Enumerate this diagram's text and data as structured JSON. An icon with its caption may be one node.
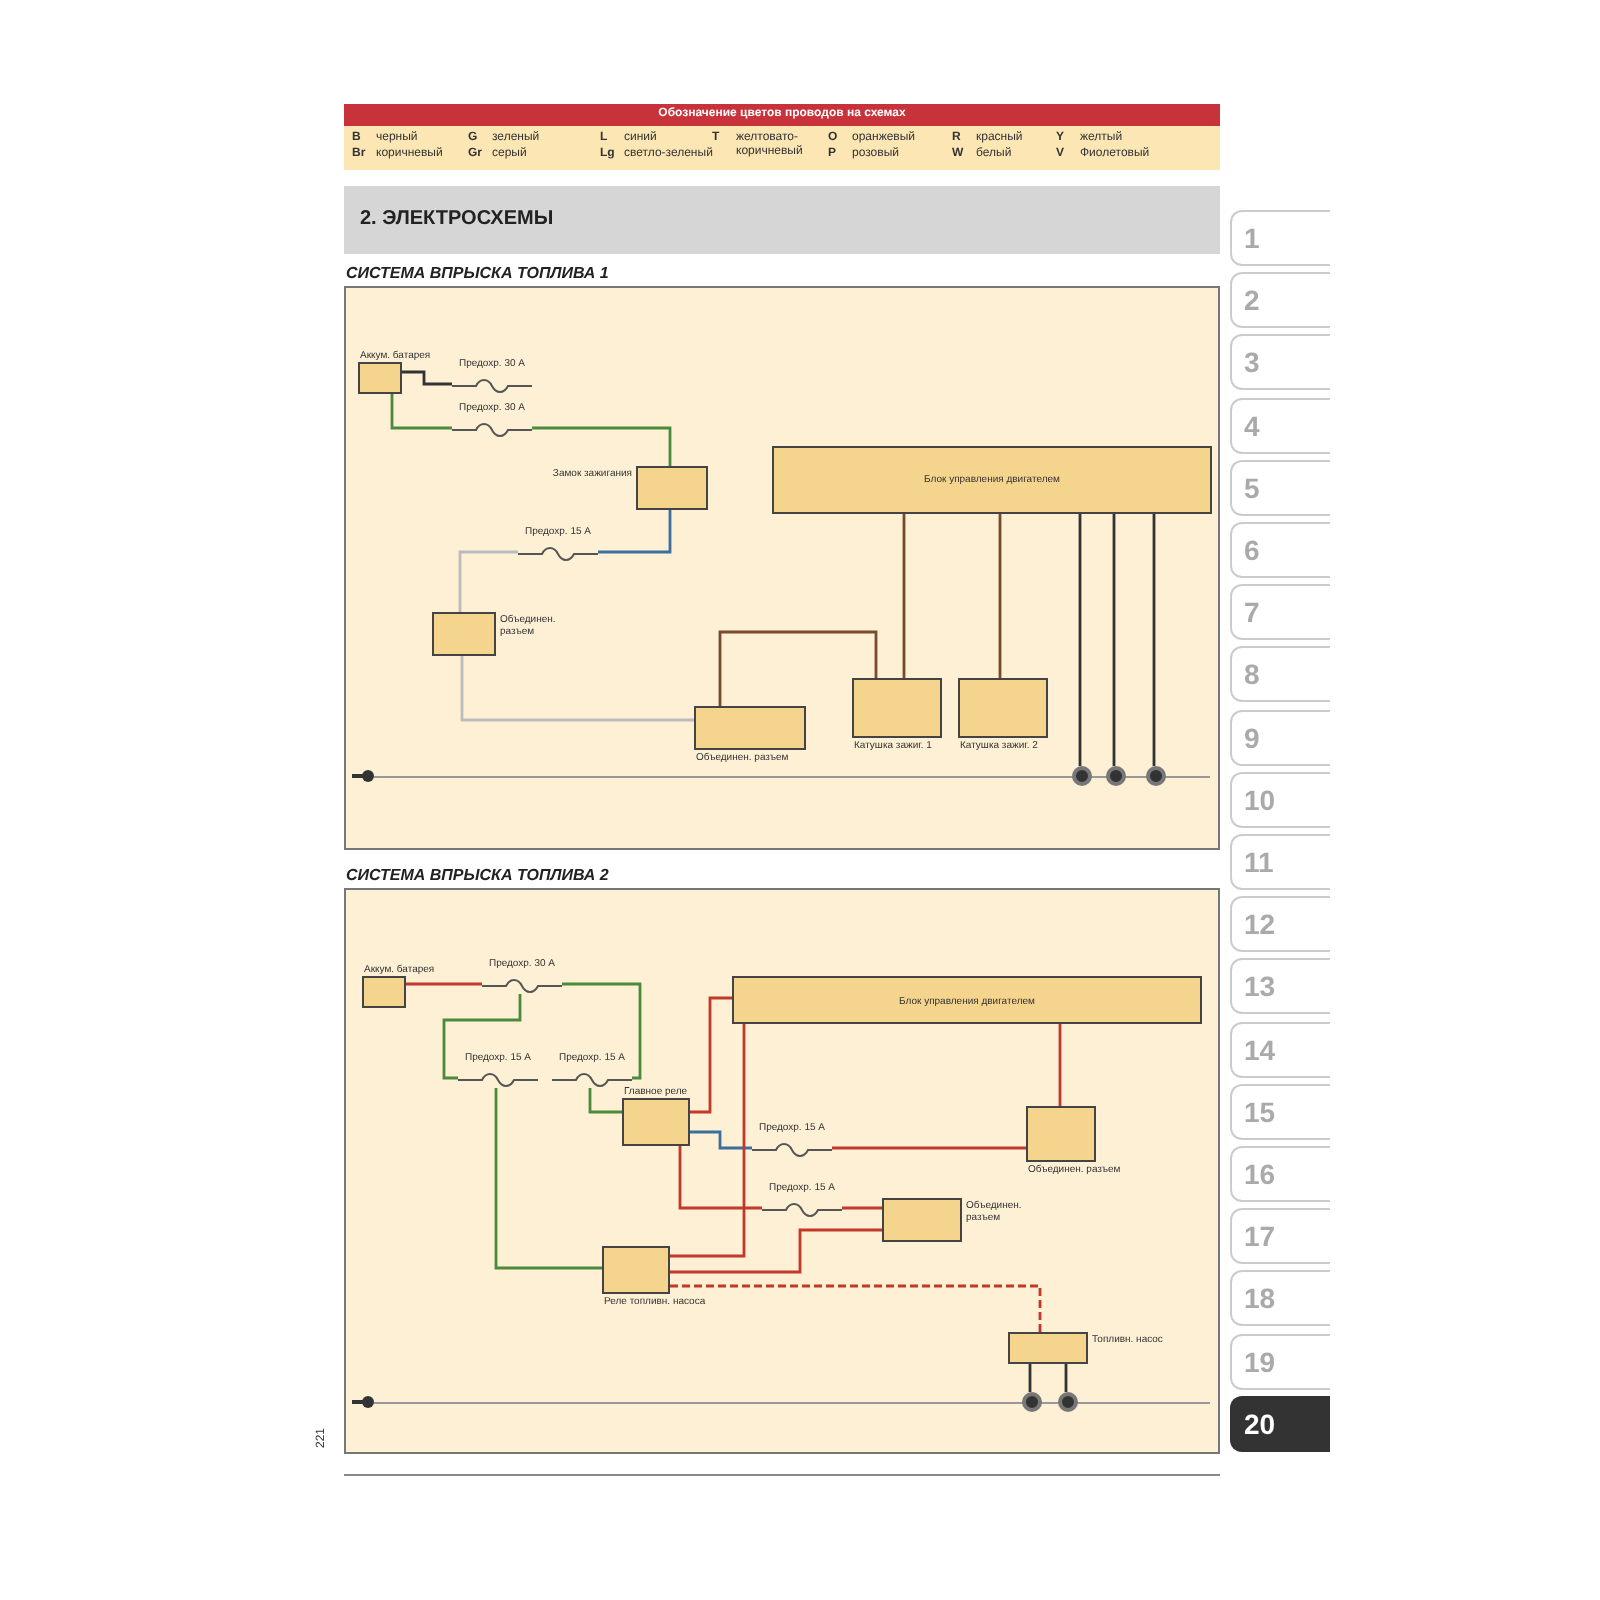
{
  "diagram": {
    "title": "2. ЭЛЕКТРОСХЕМЫ",
    "nodes": [
      {
        "text": [
          "СИСТЕМА ВПРЫСКА ТОПЛИВА 1"
        ]
      },
      {
        "text": [
          "Аккум. батарея"
        ],
        "in": 0
      },
      {
        "text": [
          "Предохр. 30 А"
        ],
        "in": 0
      },
      {
        "text": [
          "Предохр. 30 А"
        ],
        "in": 0
      },
      {
        "text": [
          "Замок зажигания"
        ],
        "in": 0
      },
      {
        "text": [
          "Предохр. 15 А"
        ],
        "in": 0
      },
      {
        "text": [
          "Блок управления двигателем"
        ],
        "in": 0
      },
      {
        "text": [
          "Объединен. разъем"
        ],
        "in": 0
      },
      {
        "text": [
          "Объединен. разъем"
        ],
        "in": 0
      },
      {
        "text": [
          "Катушка зажиг. 1"
        ],
        "in": 0
      },
      {
        "text": [
          "Катушка зажиг. 2"
        ],
        "in": 0
      },
      {
        "text": [],
        "shape": "circle",
        "in": 0
      },
      {
        "text": [],
        "shape": "circle",
        "in": 0
      },
      {
        "text": [],
        "shape": "circle",
        "in": 0
      },
      {
        "text": [
          "СИСТЕМА ВПРЫСКА ТОПЛИВА 2"
        ]
      },
      {
        "text": [
          "Аккум. батарея"
        ],
        "in": 14
      },
      {
        "text": [
          "Предохр. 30 А"
        ],
        "in": 14
      },
      {
        "text": [
          "Предохр. 15 А"
        ],
        "in": 14
      },
      {
        "text": [
          "Предохр. 15 А"
        ],
        "in": 14
      },
      {
        "text": [
          "Главное реле"
        ],
        "in": 14
      },
      {
        "text": [
          "Блок управления двигателем"
        ],
        "in": 14
      },
      {
        "text": [
          "Предохр. 15 А"
        ],
        "in": 14
      },
      {
        "text": [
          "Предохр. 15 А"
        ],
        "in": 14
      },
      {
        "text": [
          "Объединен. разъем"
        ],
        "in": 14
      },
      {
        "text": [
          "Реле топливн. насоса"
        ],
        "in": 14
      },
      {
        "text": [
          "Объединен. разъем"
        ],
        "in": 14
      },
      {
        "text": [
          "Топливн. насос"
        ],
        "in": 14
      },
      {
        "text": [],
        "shape": "circle",
        "in": 14
      },
      {
        "text": [],
        "shape": "circle",
        "in": 14
      }
    ],
    "edges": [
      {
        "from": 1,
        "to": 2,
        "arrow": "none",
        "color": "#333333"
      },
      {
        "from": 1,
        "to": 3,
        "arrow": "none",
        "color": "#4a8a3a"
      },
      {
        "from": 3,
        "to": 4,
        "arrow": "none",
        "color": "#4a8a3a"
      },
      {
        "from": 4,
        "to": 5,
        "arrow": "none",
        "color": "#3a6fa0"
      },
      {
        "from": 5,
        "to": 7,
        "arrow": "none",
        "color": "#bbbbbb"
      },
      {
        "from": 8,
        "to": 9,
        "arrow": "none",
        "color": "#7a4a30"
      },
      {
        "from": 6,
        "to": 9,
        "arrow": "none",
        "color": "#7a4a30"
      },
      {
        "from": 6,
        "to": 10,
        "arrow": "none",
        "color": "#7a4a30"
      },
      {
        "from": 6,
        "to": 11,
        "arrow": "none",
        "color": "#333333"
      },
      {
        "from": 6,
        "to": 12,
        "arrow": "none",
        "color": "#333333"
      },
      {
        "from": 6,
        "to": 13,
        "arrow": "none",
        "color": "#333333"
      },
      {
        "from": 7,
        "to": 8,
        "arrow": "none",
        "color": "#bbbbbb"
      },
      {
        "from": 15,
        "to": 16,
        "arrow": "none"
      },
      {
        "from": 16,
        "to": 17,
        "arrow": "none",
        "color": "#4a8a3a"
      },
      {
        "from": 16,
        "to": 18,
        "arrow": "none",
        "color": "#4a8a3a"
      },
      {
        "from": 18,
        "to": 19,
        "arrow": "none",
        "color": "#4a8a3a"
      },
      {
        "from": 19,
        "to": 20,
        "arrow": "none"
      },
      {
        "from": 19,
        "to": 21,
        "arrow": "none",
        "color": "#3a6fa0"
      },
      {
        "from": 21,
        "to": 23,
        "arrow": "none"
      },
      {
        "from": 19,
        "to": 22,
        "arrow": "none"
      },
      {
        "from": 22,
        "to": 25,
        "arrow": "none"
      },
      {
        "from": 17,
        "to": 24,
        "arrow": "none",
        "color": "#4a8a3a"
      },
      {
        "from": 24,
        "to": 20,
        "arrow": "none"
      },
      {
        "from": 24,
        "to": 25,
        "arrow": "none"
      },
      {
        "from": 24,
        "to": 26,
        "arrow": "none",
        "style": "dashed"
      },
      {
        "from": 23,
        "to": 20,
        "arrow": "none"
      },
      {
        "from": 26,
        "to": 27,
        "arrow": "none",
        "color": "#333333"
      },
      {
        "from": 26,
        "to": 28,
        "arrow": "none",
        "color": "#333333"
      }
    ],
    "labels": [
      "Обозначение цветов проводов на схемах",
      "B",
      "черный",
      "G",
      "зеленый",
      "L",
      "синий",
      "T",
      "желтовато-коричневый",
      "O",
      "оранжевый",
      "R",
      "красный",
      "Y",
      "желтый",
      "Br",
      "коричневый",
      "Gr",
      "серый",
      "Lg",
      "светло-зеленый",
      "P",
      "розовый",
      "W",
      "белый",
      "V",
      "Фиолетовый",
      "1",
      "2",
      "3",
      "4",
      "5",
      "6",
      "7",
      "8",
      "9",
      "10",
      "11",
      "12",
      "13",
      "14",
      "15",
      "16",
      "17",
      "18",
      "19",
      "20",
      "221"
    ]
  }
}
